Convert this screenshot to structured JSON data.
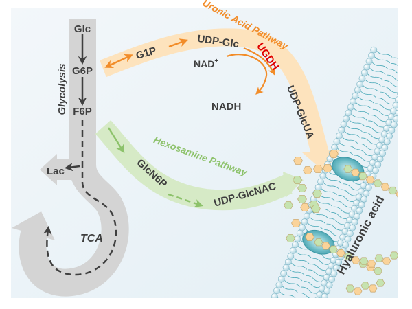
{
  "colors": {
    "panel_bg_top": "#eef4f8",
    "panel_bg_bottom": "#e6f1f6",
    "glycolysis_band": "#d4d4d4",
    "dark_text": "#3f3f3f",
    "uronic_band": "#fde3bd",
    "uronic_accent": "#f28c28",
    "ugdh_red": "#e00000",
    "hexosamine_band": "#d6eac6",
    "hexosamine_accent": "#8dc26b",
    "membrane_head": "#bfe0ea",
    "membrane_tail": "#4aa9b8",
    "channel": "#4fa7b3",
    "hex_orange": "#fad39a",
    "hex_green": "#c6e3b0"
  },
  "glycolysis": {
    "label": "Glycolysis",
    "metabolites": [
      "Glc",
      "G6P",
      "F6P"
    ],
    "lactate": "Lac",
    "tca": "TCA"
  },
  "uronic_acid_pathway": {
    "label": "Uronic Acid Pathway",
    "metabolites": [
      "G1P",
      "UDP-Glc",
      "UDP-GlcUA"
    ],
    "enzyme": "UGDH",
    "cofactor_in": "NAD",
    "cofactor_in_sup": "+",
    "cofactor_out": "NADH"
  },
  "hexosamine_pathway": {
    "label": "Hexosamine Pathway",
    "metabolites": [
      "GlcN6P",
      "UDP-GlcNAC"
    ]
  },
  "membrane": {
    "product_label": "Hyaluronic acid"
  }
}
